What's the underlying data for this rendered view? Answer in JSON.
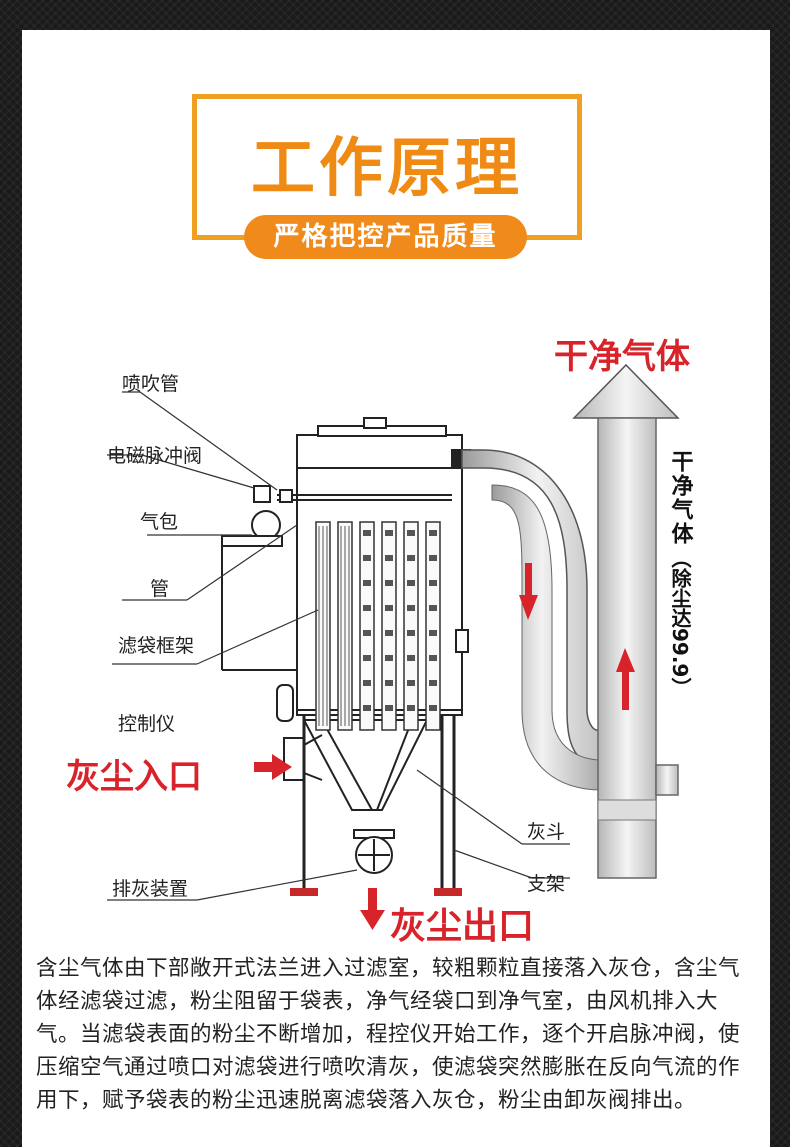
{
  "header": {
    "title": "工作原理",
    "subtitle": "严格把控产品质量"
  },
  "labels": {
    "spray_pipe": "喷吹管",
    "solenoid_valve": "电磁脉冲阀",
    "air_bag": "气包",
    "pipe": "管",
    "filter_frame": "滤袋框架",
    "controller": "控制仪",
    "dust_inlet": "灰尘入口",
    "ash_hopper": "灰斗",
    "support": "支架",
    "ash_discharge": "排灰装置",
    "dust_outlet": "灰尘出口",
    "clean_gas": "干净气体",
    "clean_gas_vertical": "干净气体",
    "efficiency_note": "（除尘达99.9）"
  },
  "colors": {
    "accent_orange": "#ef8a14",
    "arrow_red": "#d8232a",
    "text_dark": "#222222"
  },
  "description": "含尘气体由下部敞开式法兰进入过滤室，较粗颗粒直接落入灰仓，含尘气体经滤袋过滤，粉尘阻留于袋表，净气经袋口到净气室，由风机排入大气。当滤袋表面的粉尘不断增加，程控仪开始工作，逐个开启脉冲阀，使压缩空气通过喷口对滤袋进行喷吹清灰，使滤袋突然膨胀在反向气流的作用下，赋予袋表的粉尘迅速脱离滤袋落入灰仓，粉尘由卸灰阀排出。"
}
